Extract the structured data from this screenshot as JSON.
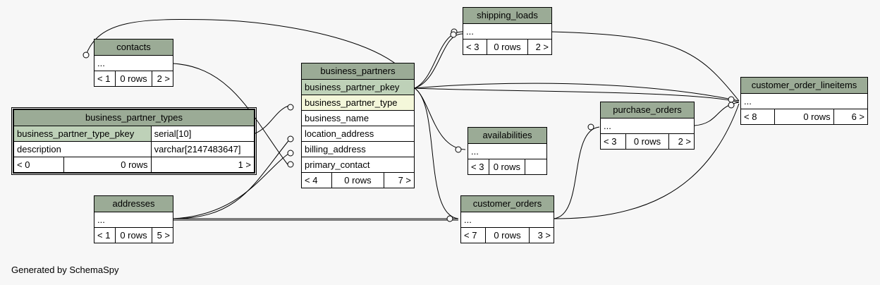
{
  "tables": {
    "shipping_loads": {
      "name": "shipping_loads",
      "row": "...",
      "parents": "< 3",
      "rows": "0 rows",
      "children": "2 >"
    },
    "contacts": {
      "name": "contacts",
      "row": "...",
      "parents": "< 1",
      "rows": "0 rows",
      "children": "2 >"
    },
    "business_partners": {
      "name": "business_partners",
      "columns": [
        "business_partner_pkey",
        "business_partner_type",
        "business_name",
        "location_address",
        "billing_address",
        "primary_contact"
      ],
      "parents": "< 4",
      "rows": "0 rows",
      "children": "7 >"
    },
    "business_partner_types": {
      "name": "business_partner_types",
      "columns": [
        {
          "name": "business_partner_type_pkey",
          "type": "serial[10]"
        },
        {
          "name": "description",
          "type": "varchar[2147483647]"
        }
      ],
      "parents": "< 0",
      "rows": "0 rows",
      "children": "1 >"
    },
    "addresses": {
      "name": "addresses",
      "row": "...",
      "parents": "< 1",
      "rows": "0 rows",
      "children": "5 >"
    },
    "availabilities": {
      "name": "availabilities",
      "row": "...",
      "parents": "< 3",
      "rows": "0 rows",
      "children": ""
    },
    "customer_orders": {
      "name": "customer_orders",
      "row": "...",
      "parents": "< 7",
      "rows": "0 rows",
      "children": "3 >"
    },
    "purchase_orders": {
      "name": "purchase_orders",
      "row": "...",
      "parents": "< 3",
      "rows": "0 rows",
      "children": "2 >"
    },
    "customer_order_lineitems": {
      "name": "customer_order_lineitems",
      "row": "...",
      "parents": "< 8",
      "rows": "0 rows",
      "children": "6 >"
    }
  },
  "footer": "Generated by SchemaSpy"
}
